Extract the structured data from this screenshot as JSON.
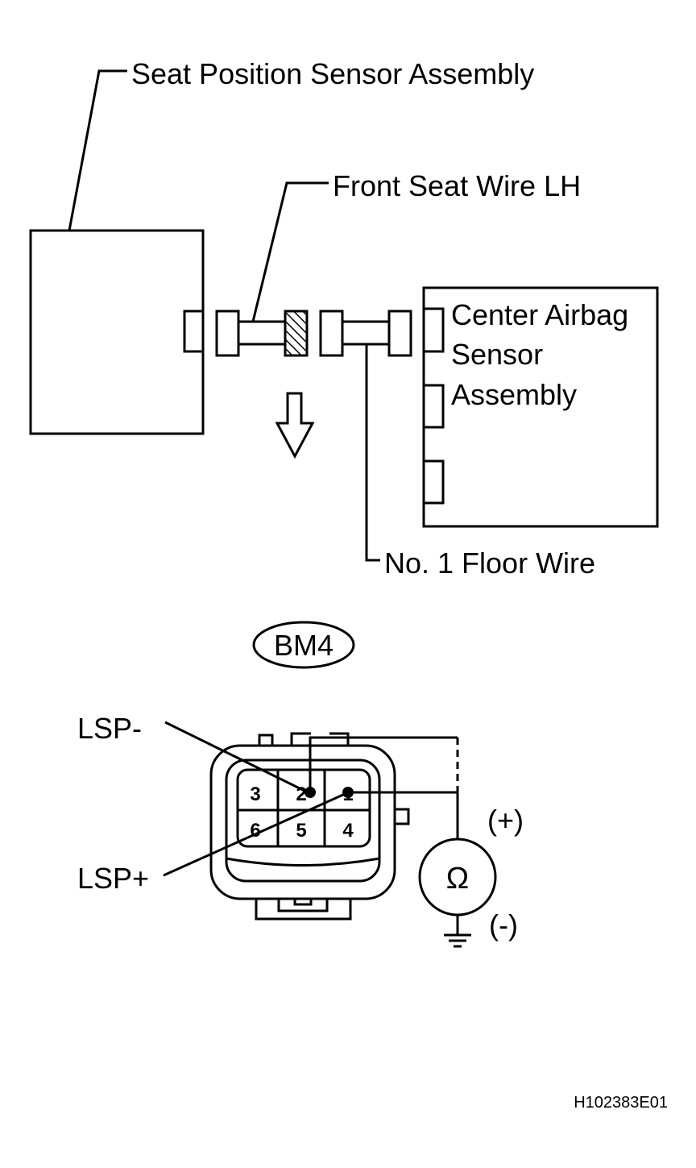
{
  "labels": {
    "seat_sensor": "Seat Position Sensor Assembly",
    "front_seat_wire": "Front Seat Wire LH",
    "center_airbag_line1": "Center Airbag",
    "center_airbag_line2": "Sensor",
    "center_airbag_line3": "Assembly",
    "floor_wire": "No. 1 Floor Wire",
    "connector_id": "BM4",
    "lsp_minus": "LSP-",
    "lsp_plus": "LSP+",
    "plus": "(+)",
    "minus": "(-)",
    "ohm": "Ω",
    "figure_code": "H102383E01"
  },
  "pins": [
    "3",
    "2",
    "1",
    "6",
    "5",
    "4"
  ],
  "icons": {
    "arrow": "down-arrow-icon",
    "ohmmeter": "ohmmeter-icon",
    "ground": "ground-icon"
  }
}
